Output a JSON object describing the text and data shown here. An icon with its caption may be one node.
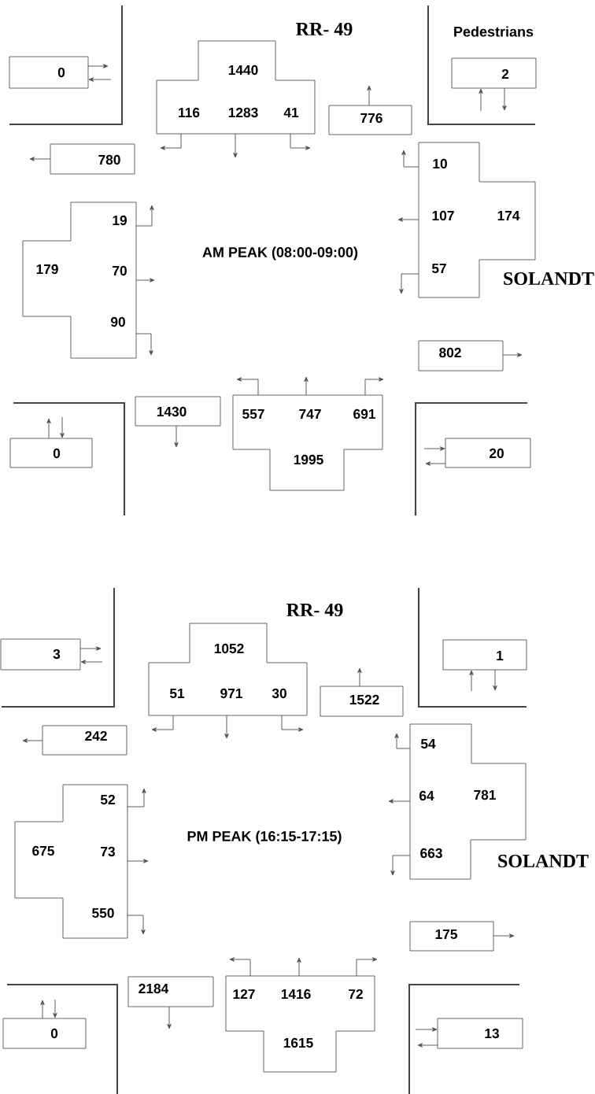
{
  "diagram": {
    "nodes": [
      {
        "text": [
          "0"
        ]
      },
      {
        "text": [
          "1440",
          "116",
          "1283",
          "41"
        ]
      },
      {
        "text": [
          "776"
        ]
      },
      {
        "text": [
          "2"
        ]
      },
      {
        "text": [
          "780"
        ]
      },
      {
        "text": [
          "10",
          "107",
          "174",
          "57"
        ]
      },
      {
        "text": [
          "19",
          "179",
          "70",
          "90"
        ]
      },
      {
        "text": [
          "802"
        ]
      },
      {
        "text": [
          "0"
        ]
      },
      {
        "text": [
          "1430"
        ]
      },
      {
        "text": [
          "557",
          "747",
          "691",
          "1995"
        ]
      },
      {
        "text": [
          "20"
        ]
      },
      {
        "text": [
          "3"
        ]
      },
      {
        "text": [
          "1052",
          "51",
          "971",
          "30"
        ]
      },
      {
        "text": [
          "1522"
        ]
      },
      {
        "text": [
          "1"
        ]
      },
      {
        "text": [
          "242"
        ]
      },
      {
        "text": [
          "54",
          "64",
          "781",
          "663"
        ]
      },
      {
        "text": [
          "52",
          "675",
          "73",
          "550"
        ]
      },
      {
        "text": [
          "175"
        ]
      },
      {
        "text": [
          "0"
        ]
      },
      {
        "text": [
          "2184"
        ]
      },
      {
        "text": [
          "127",
          "1416",
          "72",
          "1615"
        ]
      },
      {
        "text": [
          "13"
        ]
      }
    ],
    "edges": [
      {
        "from": 0,
        "to": null,
        "arrow": "to"
      },
      {
        "from": null,
        "to": 0,
        "arrow": "to"
      },
      {
        "from": 1,
        "to": null,
        "arrow": "to"
      },
      {
        "from": 1,
        "to": null,
        "arrow": "to"
      },
      {
        "from": 1,
        "to": null,
        "arrow": "to"
      },
      {
        "from": 2,
        "to": null,
        "arrow": "to"
      },
      {
        "from": null,
        "to": 3,
        "arrow": "to"
      },
      {
        "from": 3,
        "to": null,
        "arrow": "to"
      },
      {
        "from": 4,
        "to": null,
        "arrow": "to"
      },
      {
        "from": 5,
        "to": null,
        "arrow": "to"
      },
      {
        "from": 5,
        "to": null,
        "arrow": "to"
      },
      {
        "from": 5,
        "to": null,
        "arrow": "to"
      },
      {
        "from": 6,
        "to": null,
        "arrow": "to"
      },
      {
        "from": 6,
        "to": null,
        "arrow": "to"
      },
      {
        "from": 6,
        "to": null,
        "arrow": "to"
      },
      {
        "from": 7,
        "to": null,
        "arrow": "to"
      },
      {
        "from": 8,
        "to": null,
        "arrow": "to"
      },
      {
        "from": null,
        "to": 8,
        "arrow": "to"
      },
      {
        "from": 9,
        "to": null,
        "arrow": "to"
      },
      {
        "from": 10,
        "to": null,
        "arrow": "to"
      },
      {
        "from": 10,
        "to": null,
        "arrow": "to"
      },
      {
        "from": 10,
        "to": null,
        "arrow": "to"
      },
      {
        "from": null,
        "to": 11,
        "arrow": "to"
      },
      {
        "from": 11,
        "to": null,
        "arrow": "to"
      },
      {
        "from": 12,
        "to": null,
        "arrow": "to"
      },
      {
        "from": null,
        "to": 12,
        "arrow": "to"
      },
      {
        "from": 13,
        "to": null,
        "arrow": "to"
      },
      {
        "from": 13,
        "to": null,
        "arrow": "to"
      },
      {
        "from": 13,
        "to": null,
        "arrow": "to"
      },
      {
        "from": 14,
        "to": null,
        "arrow": "to"
      },
      {
        "from": null,
        "to": 15,
        "arrow": "to"
      },
      {
        "from": 15,
        "to": null,
        "arrow": "to"
      },
      {
        "from": 16,
        "to": null,
        "arrow": "to"
      },
      {
        "from": 17,
        "to": null,
        "arrow": "to"
      },
      {
        "from": 17,
        "to": null,
        "arrow": "to"
      },
      {
        "from": 17,
        "to": null,
        "arrow": "to"
      },
      {
        "from": 18,
        "to": null,
        "arrow": "to"
      },
      {
        "from": 18,
        "to": null,
        "arrow": "to"
      },
      {
        "from": 18,
        "to": null,
        "arrow": "to"
      },
      {
        "from": 19,
        "to": null,
        "arrow": "to"
      },
      {
        "from": 20,
        "to": null,
        "arrow": "to"
      },
      {
        "from": null,
        "to": 20,
        "arrow": "to"
      },
      {
        "from": 21,
        "to": null,
        "arrow": "to"
      },
      {
        "from": 22,
        "to": null,
        "arrow": "to"
      },
      {
        "from": 22,
        "to": null,
        "arrow": "to"
      },
      {
        "from": 22,
        "to": null,
        "arrow": "to"
      },
      {
        "from": null,
        "to": 23,
        "arrow": "to"
      },
      {
        "from": 23,
        "to": null,
        "arrow": "to"
      }
    ],
    "labels": [
      "RR- 49",
      "Pedestrians",
      "AM PEAK (08:00-09:00)",
      "SOLANDT",
      "RR- 49",
      "PM PEAK (16:15-17:15)",
      "SOLANDT"
    ]
  }
}
